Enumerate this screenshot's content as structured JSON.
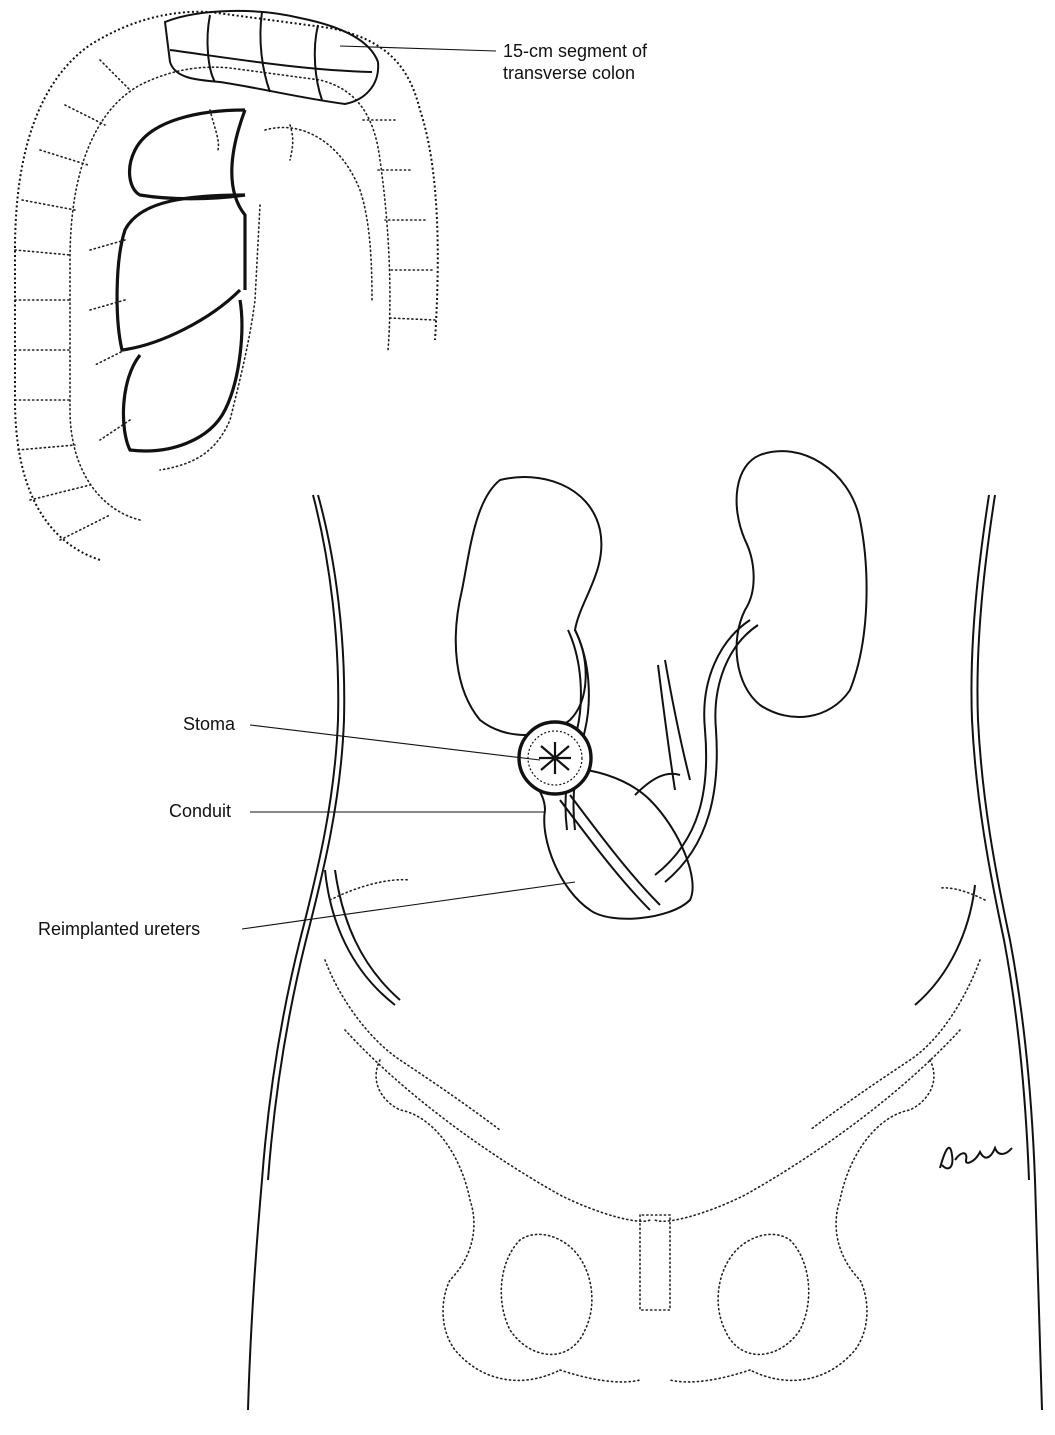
{
  "figure": {
    "labels": {
      "colon_segment": "15-cm segment of transverse colon",
      "stoma": "Stoma",
      "conduit": "Conduit",
      "reimplanted_ureters": "Reimplanted ureters"
    },
    "signature": "Dean"
  },
  "colors": {
    "ink": "#111111",
    "background": "#ffffff"
  }
}
